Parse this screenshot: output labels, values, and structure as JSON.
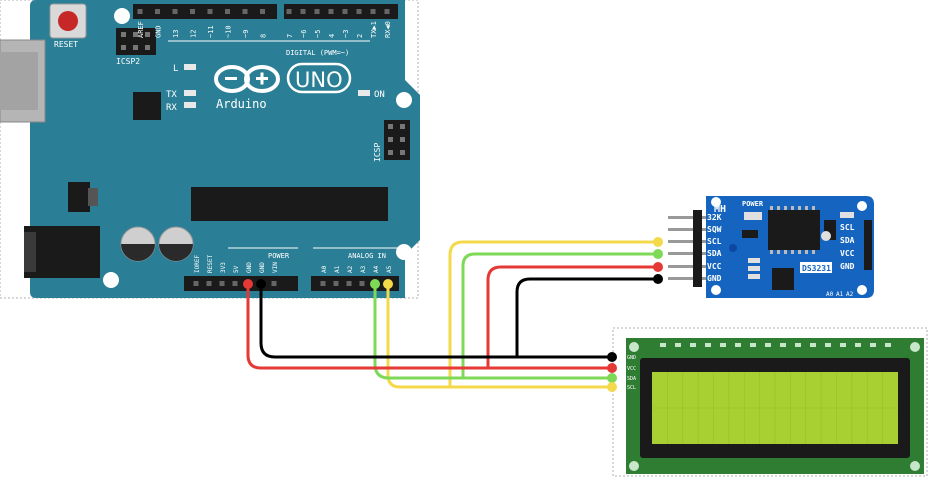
{
  "arduino": {
    "reset_label": "RESET",
    "icsp2_label": "ICSP2",
    "icsp_label": "ICSP",
    "l_label": "L",
    "tx_label": "TX",
    "rx_label": "RX",
    "on_label": "ON",
    "brand_uno": "UNO",
    "brand_arduino": "Arduino",
    "digital_label": "DIGITAL (PWM=~)",
    "power_label": "POWER",
    "analog_label": "ANALOG IN",
    "top_pins": [
      "AREF",
      "GND",
      "13",
      "12",
      "~11",
      "~10",
      "~9",
      "8",
      "7",
      "~6",
      "~5",
      "4",
      "~3",
      "2",
      "TX▶1",
      "RX◀0"
    ],
    "power_pins": [
      "IOREF",
      "RESET",
      "3V3",
      "5V",
      "GND",
      "GND",
      "VIN"
    ],
    "analog_pins": [
      "A0",
      "A1",
      "A2",
      "A3",
      "A4",
      "A5"
    ],
    "colors": {
      "board": "#2a7f96",
      "board_dark": "#1f6376",
      "silk": "#ffffff"
    }
  },
  "rtc": {
    "brand": "MH",
    "power_label": "POWER",
    "chip_label": "DS3231",
    "left_pins": [
      "32K",
      "SQW",
      "SCL",
      "SDA",
      "VCC",
      "GND"
    ],
    "right_pins": [
      "SCL",
      "SDA",
      "VCC",
      "GND"
    ],
    "addr_labels": [
      "A0",
      "A1",
      "A2"
    ],
    "colors": {
      "board": "#1565c0"
    }
  },
  "lcd": {
    "pin_labels": [
      "GND",
      "VCC",
      "SDA",
      "SCL"
    ],
    "colors": {
      "pcb": "#2e7d32",
      "screen": "#a8d033"
    }
  },
  "wires": {
    "gnd_color": "#000000",
    "vcc_color": "#e53935",
    "sda_color": "#7ed957",
    "scl_color": "#f4d94b"
  }
}
